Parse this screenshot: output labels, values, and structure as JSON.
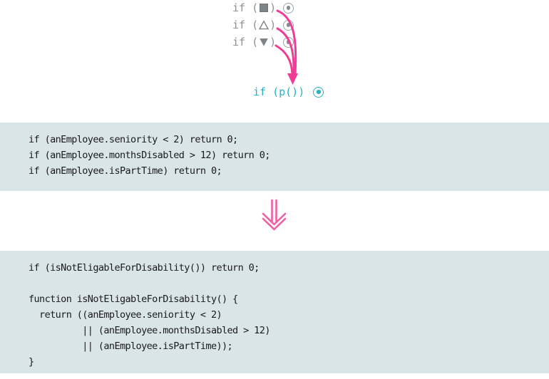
{
  "colors": {
    "pink": "#f03c96",
    "pink_soft": "#ee5fa4",
    "cyan": "#25b2c6",
    "gray_text": "#8d9296",
    "shape_gray": "#7d8387",
    "code_bg": "#dae5ea",
    "code_text": "#1a1a1a"
  },
  "diagram": {
    "rows": [
      {
        "prefix": "if (",
        "suffix": ")",
        "shape_icon": "square-filled-icon"
      },
      {
        "prefix": "if (",
        "suffix": ")",
        "shape_icon": "triangle-up-outline-icon"
      },
      {
        "prefix": "if (",
        "suffix": ")",
        "shape_icon": "triangle-down-filled-icon"
      }
    ],
    "result_label": "if (p())"
  },
  "code_before": {
    "lines": [
      "if (anEmployee.seniority < 2) return 0;",
      "if (anEmployee.monthsDisabled > 12) return 0;",
      "if (anEmployee.isPartTime) return 0;"
    ]
  },
  "code_after": {
    "lines": [
      "if (isNotEligableForDisability()) return 0;",
      "",
      "function isNotEligableForDisability() {",
      "  return ((anEmployee.seniority < 2)",
      "          || (anEmployee.monthsDisabled > 12)",
      "          || (anEmployee.isPartTime));",
      "}"
    ]
  }
}
